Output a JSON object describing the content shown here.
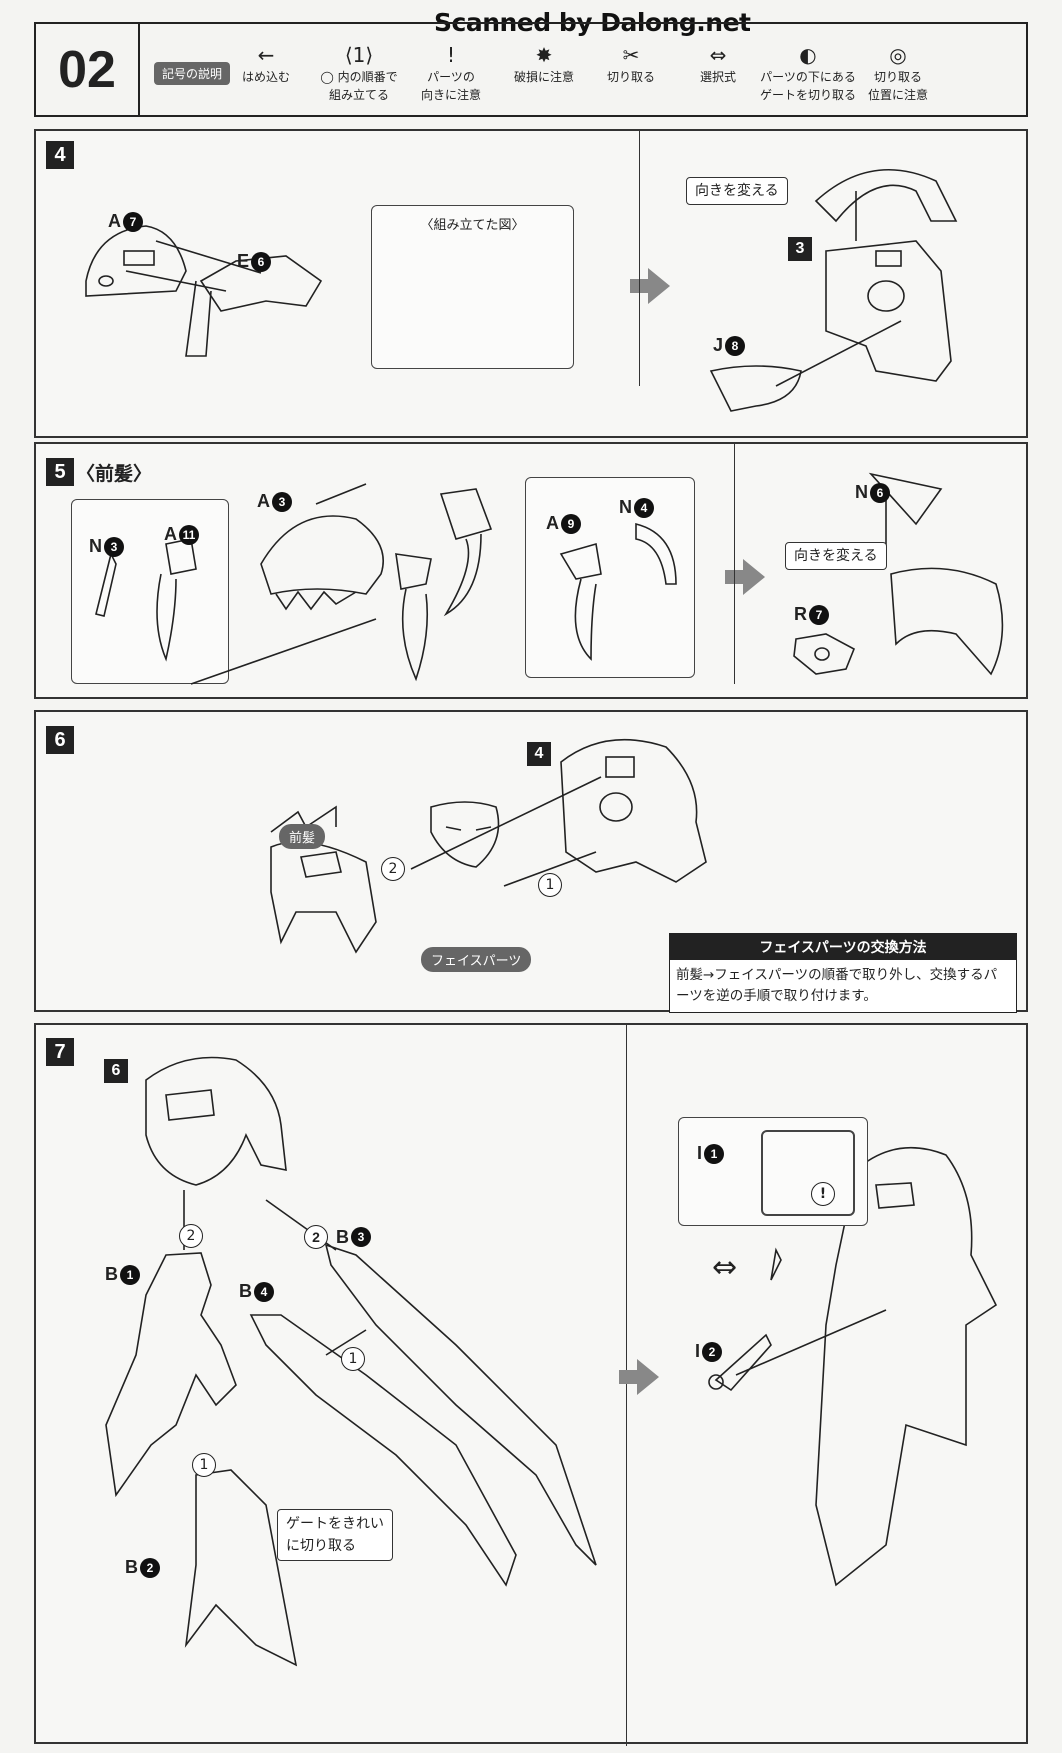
{
  "watermark": "Scanned by Dalong.net",
  "header": {
    "page_number": "02",
    "legend_title": "記号の説明",
    "legend": [
      {
        "icon": "arrow-left-icon",
        "glyph": "←",
        "label": "はめ込む"
      },
      {
        "icon": "hexagon-order-icon",
        "glyph": "⟨1⟩",
        "label": "◯ 内の順番で\n組み立てる"
      },
      {
        "icon": "exclamation-icon",
        "glyph": "!",
        "label": "パーツの\n向きに注意"
      },
      {
        "icon": "breakage-icon",
        "glyph": "✸",
        "label": "破損に注意"
      },
      {
        "icon": "nipper-icon",
        "glyph": "✂",
        "label": "切り取る"
      },
      {
        "icon": "choice-arrows-icon",
        "glyph": "⇔",
        "label": "選択式"
      },
      {
        "icon": "under-gate-icon",
        "glyph": "◐",
        "label": "パーツの下にある\nゲートを切り取る"
      },
      {
        "icon": "cut-position-icon",
        "glyph": "◎",
        "label": "切り取る\n位置に注意"
      }
    ]
  },
  "step4": {
    "number": "4",
    "parts": [
      "A",
      "E",
      "J"
    ],
    "part_nums": [
      "7",
      "6",
      "8"
    ],
    "assembled_label": "〈組み立てた図〉",
    "turn_label": "向きを変える",
    "ref_step": "3"
  },
  "step5": {
    "number": "5",
    "title": "〈前髪〉",
    "parts": {
      "n3": "N",
      "n3n": "3",
      "a11": "A",
      "a11n": "11",
      "a3": "A",
      "a3n": "3",
      "a9": "A",
      "a9n": "9",
      "n4": "N",
      "n4n": "4",
      "n6": "N",
      "n6n": "6",
      "r7": "R",
      "r7n": "7"
    },
    "turn_label": "向きを変える"
  },
  "step6": {
    "number": "6",
    "ref_step": "4",
    "bangs_label": "前髪",
    "face_label": "フェイスパーツ",
    "order": [
      "1",
      "2"
    ],
    "info_title": "フェイスパーツの交換方法",
    "info_text": "前髪→フェイスパーツの順番で取り外し、交換するパーツを逆の手順で取り付けます。"
  },
  "step7": {
    "number": "7",
    "ref_step": "6",
    "parts": {
      "b1": "B",
      "b1n": "1",
      "b2": "B",
      "b2n": "2",
      "b3": "B",
      "b3n": "3",
      "b4": "B",
      "b4n": "4",
      "i1": "I",
      "i1n": "1",
      "i2": "I",
      "i2n": "2"
    },
    "order": [
      "2",
      "2",
      "1",
      "1"
    ],
    "gate_note_1": "ゲートをきれい",
    "gate_note_2": "に切り取る",
    "warn": "!"
  }
}
